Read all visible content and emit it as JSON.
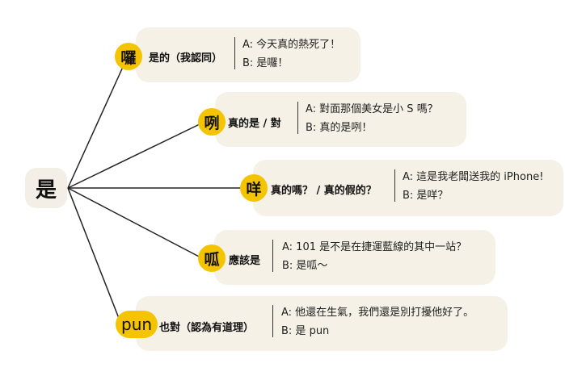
{
  "root": {
    "label": "是"
  },
  "branches": [
    {
      "badge": "囉",
      "meaning": "是的（我認同）",
      "a": "A: 今天真的熱死了！",
      "b": "B: 是囉！"
    },
    {
      "badge": "咧",
      "meaning": "真的是 / 對",
      "a": "A: 對面那個美女是小 S 嗎？",
      "b": "B: 真的是咧！"
    },
    {
      "badge": "咩",
      "meaning": "真的嗎？ / 真的假的？",
      "a": "A: 這是我老闆送我的 iPhone!",
      "b": "B: 是咩？"
    },
    {
      "badge": "呱",
      "meaning": "應該是",
      "a": "A: 101 是不是在捷運藍線的其中一站？",
      "b": "B: 是呱～"
    },
    {
      "badge": "pun",
      "meaning": "也對（認為有道理）",
      "a": "A: 他還在生氣，我們還是別打擾他好了。",
      "b": "B: 是 pun"
    }
  ],
  "colors": {
    "accent": "#f5c400",
    "card": "#f6f1e7",
    "line": "#222222"
  }
}
